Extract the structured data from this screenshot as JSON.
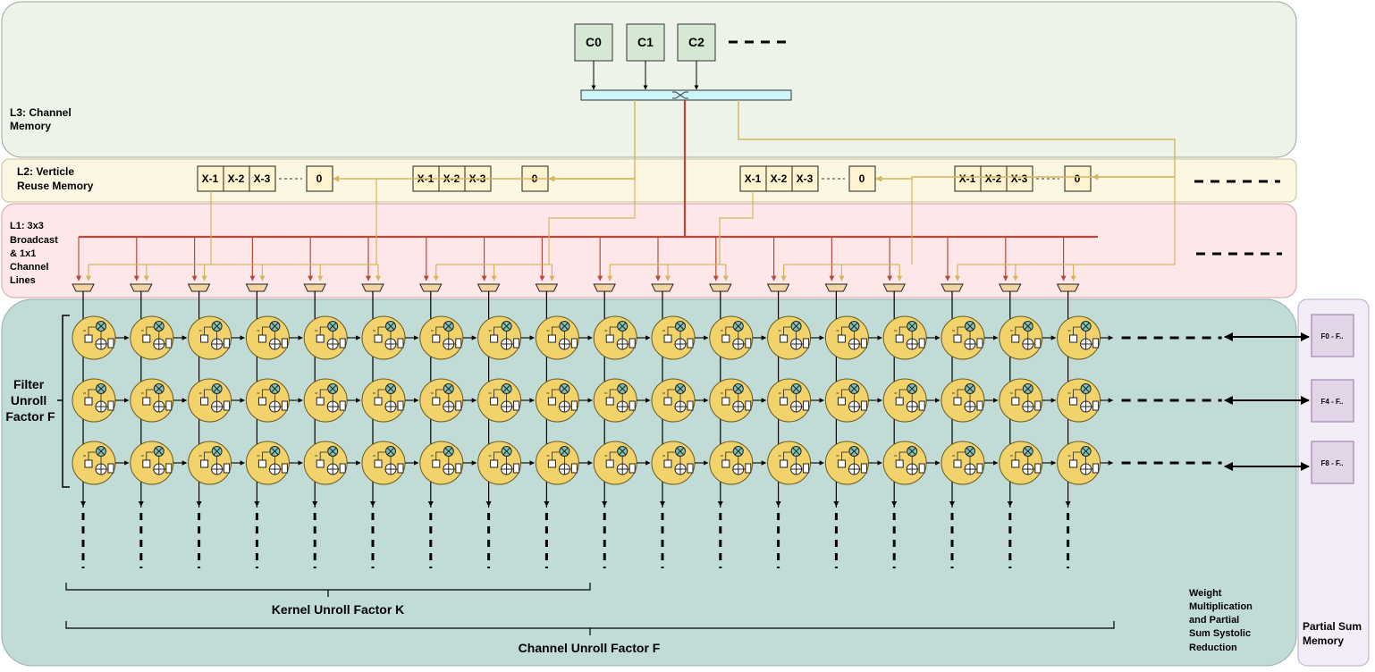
{
  "regions": {
    "l3": {
      "label_lines": [
        "L3: Channel",
        "Memory"
      ]
    },
    "l2": {
      "label_lines": [
        "L2: Verticle",
        "Reuse Memory"
      ]
    },
    "l1": {
      "label_lines": [
        "L1: 3x3",
        "Broadcast",
        "& 1x1",
        "Channel",
        "Lines"
      ]
    },
    "pe_region": {
      "label_lines": [
        "Weight",
        "Multiplication",
        "and Partial",
        "Sum Systolic",
        "Reduction"
      ]
    },
    "psum": {
      "label_lines": [
        "Partial Sum",
        "Memory"
      ]
    }
  },
  "channels": [
    "C0",
    "C1",
    "C2"
  ],
  "reuse_cells": [
    "X-1",
    "X-2",
    "X-3",
    "0"
  ],
  "filter_blocks": [
    "F0 - F..",
    "F4 - F..",
    "F8 - F.."
  ],
  "filter_label_lines": [
    "Filter",
    "Unroll",
    "Factor F"
  ],
  "kernel_label": "Kernel Unroll Factor K",
  "channel_label": "Channel Unroll Factor F",
  "pe_array": {
    "rows": 3,
    "cols": 18
  },
  "colors": {
    "l3_bg": "#edf3e9",
    "l2_bg": "#fcf7e3",
    "l1_bg": "#fde7e8",
    "pe_bg": "#c1dcd7",
    "psum_bg": "#f2edf6",
    "channel_box": "#d5e8d4",
    "pe_fill": "#f1d26b",
    "broadcast_line": "#b7483c",
    "reuse_line": "#d7b45c",
    "filter_box": "#e1d5e7",
    "crossbar": "#ccf6fa"
  }
}
